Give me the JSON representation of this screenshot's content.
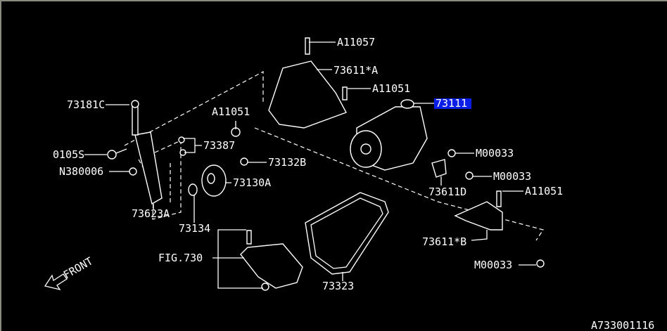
{
  "labels": {
    "a11057": "A11057",
    "p73611a": "73611*A",
    "a11051_top": "A11051",
    "p73111": "73111",
    "p73181c": "73181C",
    "a11051_mid": "A11051",
    "p0105s": "0105S",
    "p73387": "73387",
    "n380006": "N380006",
    "p73132b": "73132B",
    "p73130a": "73130A",
    "p73623a": "73623A",
    "p73134": "73134",
    "m00033_1": "M00033",
    "m00033_2": "M00033",
    "p73611d": "73611D",
    "a11051_right": "A11051",
    "p73611b": "73611*B",
    "m00033_3": "M00033",
    "fig730": "FIG.730",
    "p73323": "73323",
    "front": "FRONT",
    "diagram_code": "A733001116"
  },
  "highlight": {
    "part": "73111",
    "color": "#0a1ee6"
  }
}
